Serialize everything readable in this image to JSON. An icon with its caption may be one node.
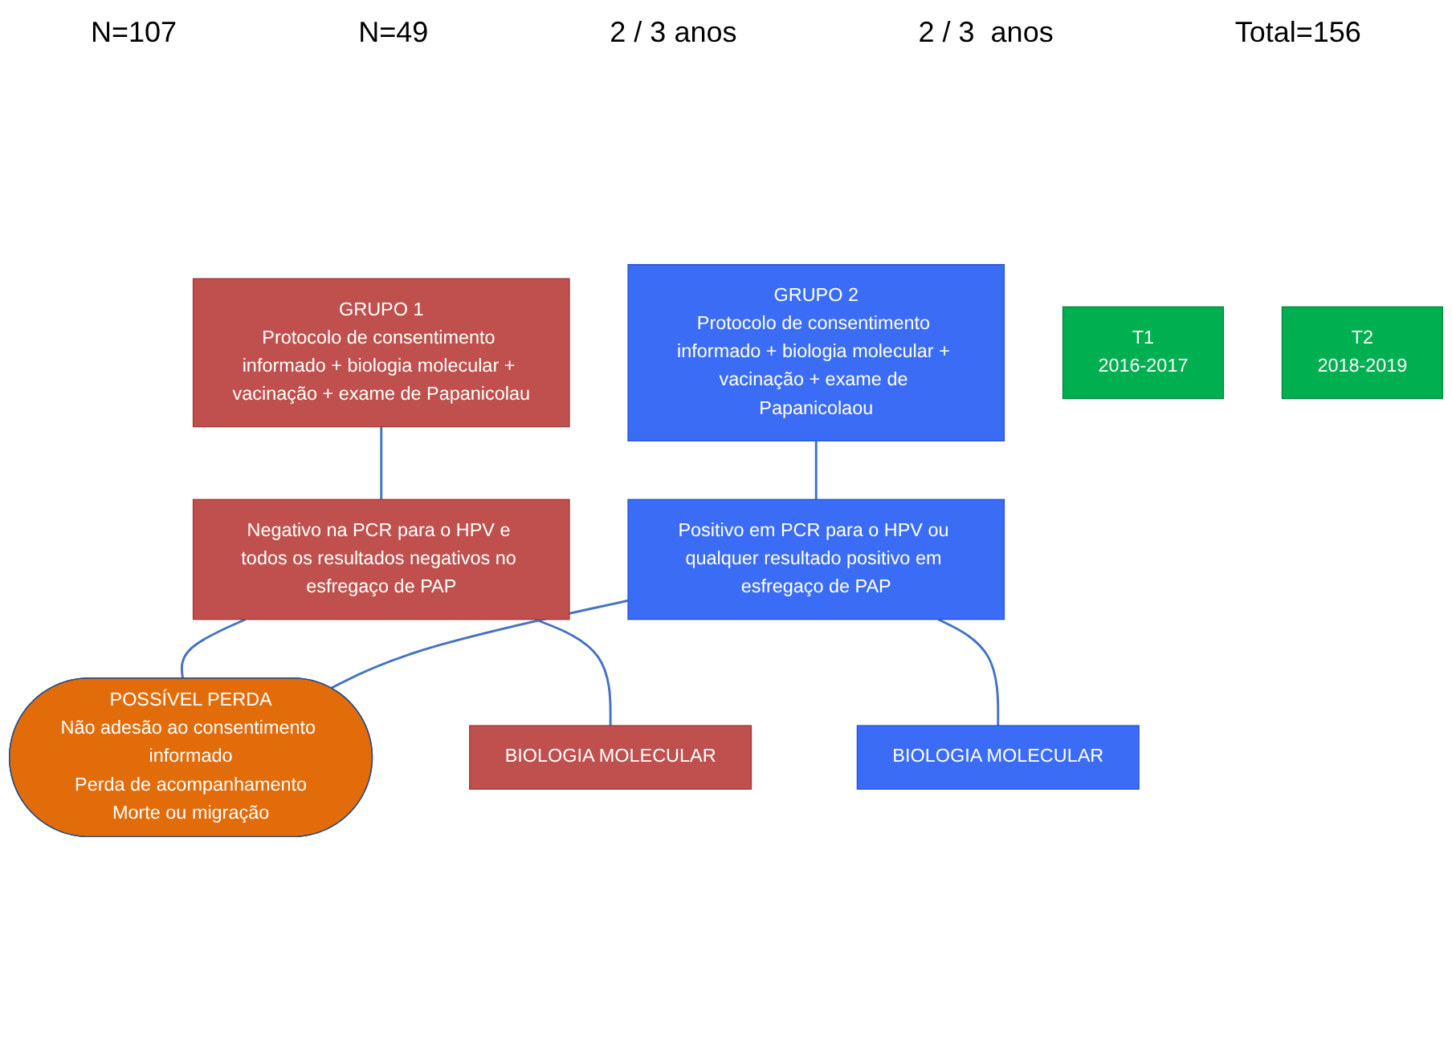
{
  "diagram": {
    "nodes": [
      {
        "text": [
          "GRUPO 1",
          "Protocolo de consentimento informado + biologia molecular + vacinação + exame de Papanicolau"
        ]
      },
      {
        "text": [
          "GRUPO 2",
          "Protocolo de consentimento informado + biologia molecular + vacinação + exame de Papanicolaou"
        ]
      },
      {
        "text": [
          "Negativo na PCR para o HPV e todos os resultados negativos no esfregaço de PAP"
        ]
      },
      {
        "text": [
          "T1",
          "2016-2017"
        ]
      },
      {
        "text": [
          "Positivo em PCR para o HPV ou qualquer resultado positivo em esfregaço de PAP"
        ]
      },
      {
        "text": [
          "POSSÍVEL PERDA",
          "Não adesão ao consentimento informado",
          "Perda de acompanhamento",
          "Morte ou migração"
        ]
      },
      {
        "text": [
          "BIOLOGIA MOLECULAR"
        ]
      },
      {
        "text": [
          "T2",
          "2018-2019"
        ]
      },
      {
        "text": [
          "BIOLOGIA MOLECULAR"
        ]
      }
    ],
    "edges": [
      {
        "from": 0,
        "to": 2,
        "arrow": "none"
      },
      {
        "from": 1,
        "to": 4,
        "arrow": "none"
      },
      {
        "from": 2,
        "to": 5,
        "arrow": "none"
      },
      {
        "from": 2,
        "to": 6,
        "arrow": "none"
      },
      {
        "from": 4,
        "to": 5,
        "arrow": "none"
      },
      {
        "from": 4,
        "to": 8,
        "arrow": "none"
      }
    ],
    "labels": [
      "N=107",
      "N=49",
      "2 / 3 anos",
      "2 / 3  anos",
      "Total=156"
    ]
  }
}
